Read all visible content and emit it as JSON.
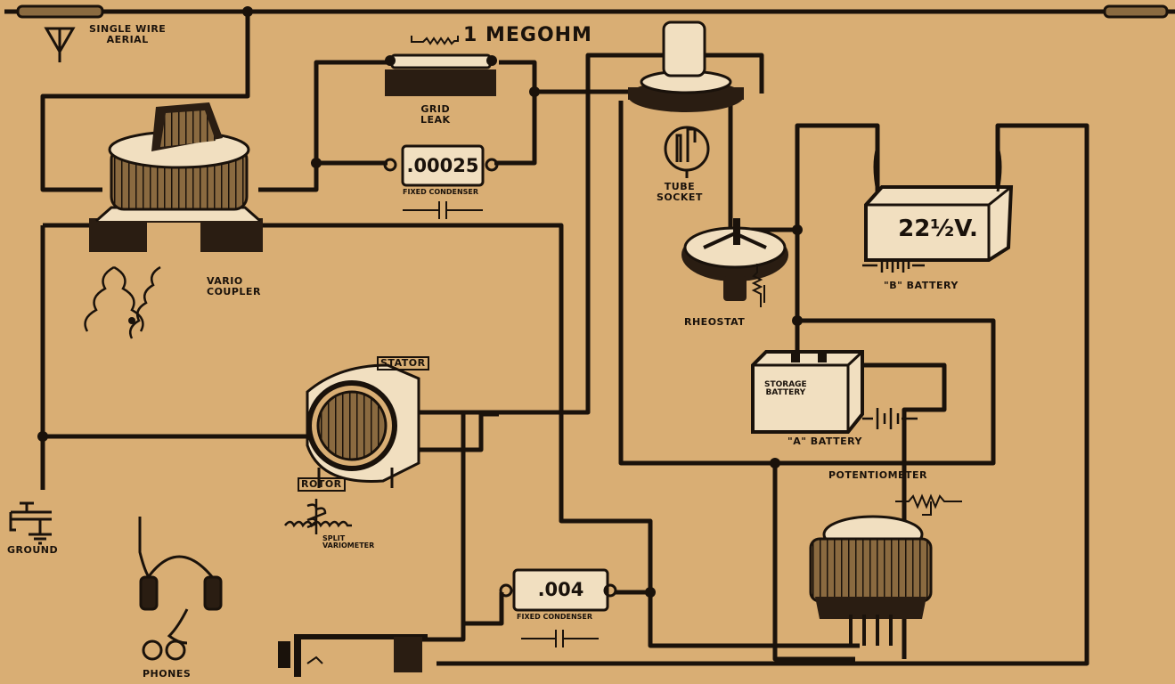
{
  "labels": {
    "aerial": "SINGLE WIRE\nAERIAL",
    "megohm": "1 MEGOHM",
    "grid_leak": "GRID\nLEAK",
    "fixed_condenser_1_value": ".00025",
    "fixed_condenser_1": "FIXED CONDENSER",
    "tube_socket": "TUBE\nSOCKET",
    "b_battery_value": "22½V.",
    "b_battery": "\"B\" BATTERY",
    "vario_coupler": "VARIO\nCOUPLER",
    "rheostat": "RHEOSTAT",
    "storage_battery": "STORAGE\nBATTERY",
    "a_battery": "\"A\" BATTERY",
    "stator": "STATOR",
    "rotor": "ROTOR",
    "split_variometer": "SPLIT\nVARIOMETER",
    "potentiometer": "POTENTIOMETER",
    "ground": "GROUND",
    "fixed_condenser_2_value": ".004",
    "fixed_condenser_2": "FIXED CONDENSER",
    "phones": "PHONES"
  },
  "colors": {
    "paper": "#d9ae74",
    "ink": "#1a120b"
  },
  "icons": [
    "antenna-icon",
    "grid-leak-resistor-icon",
    "capacitor-icon",
    "tube-socket-icon",
    "vacuum-tube-icon",
    "b-battery-icon",
    "rheostat-icon",
    "a-battery-icon",
    "vario-coupler-icon",
    "variometer-icon",
    "potentiometer-icon",
    "ground-faucet-icon",
    "headphones-icon",
    "jack-icon"
  ]
}
